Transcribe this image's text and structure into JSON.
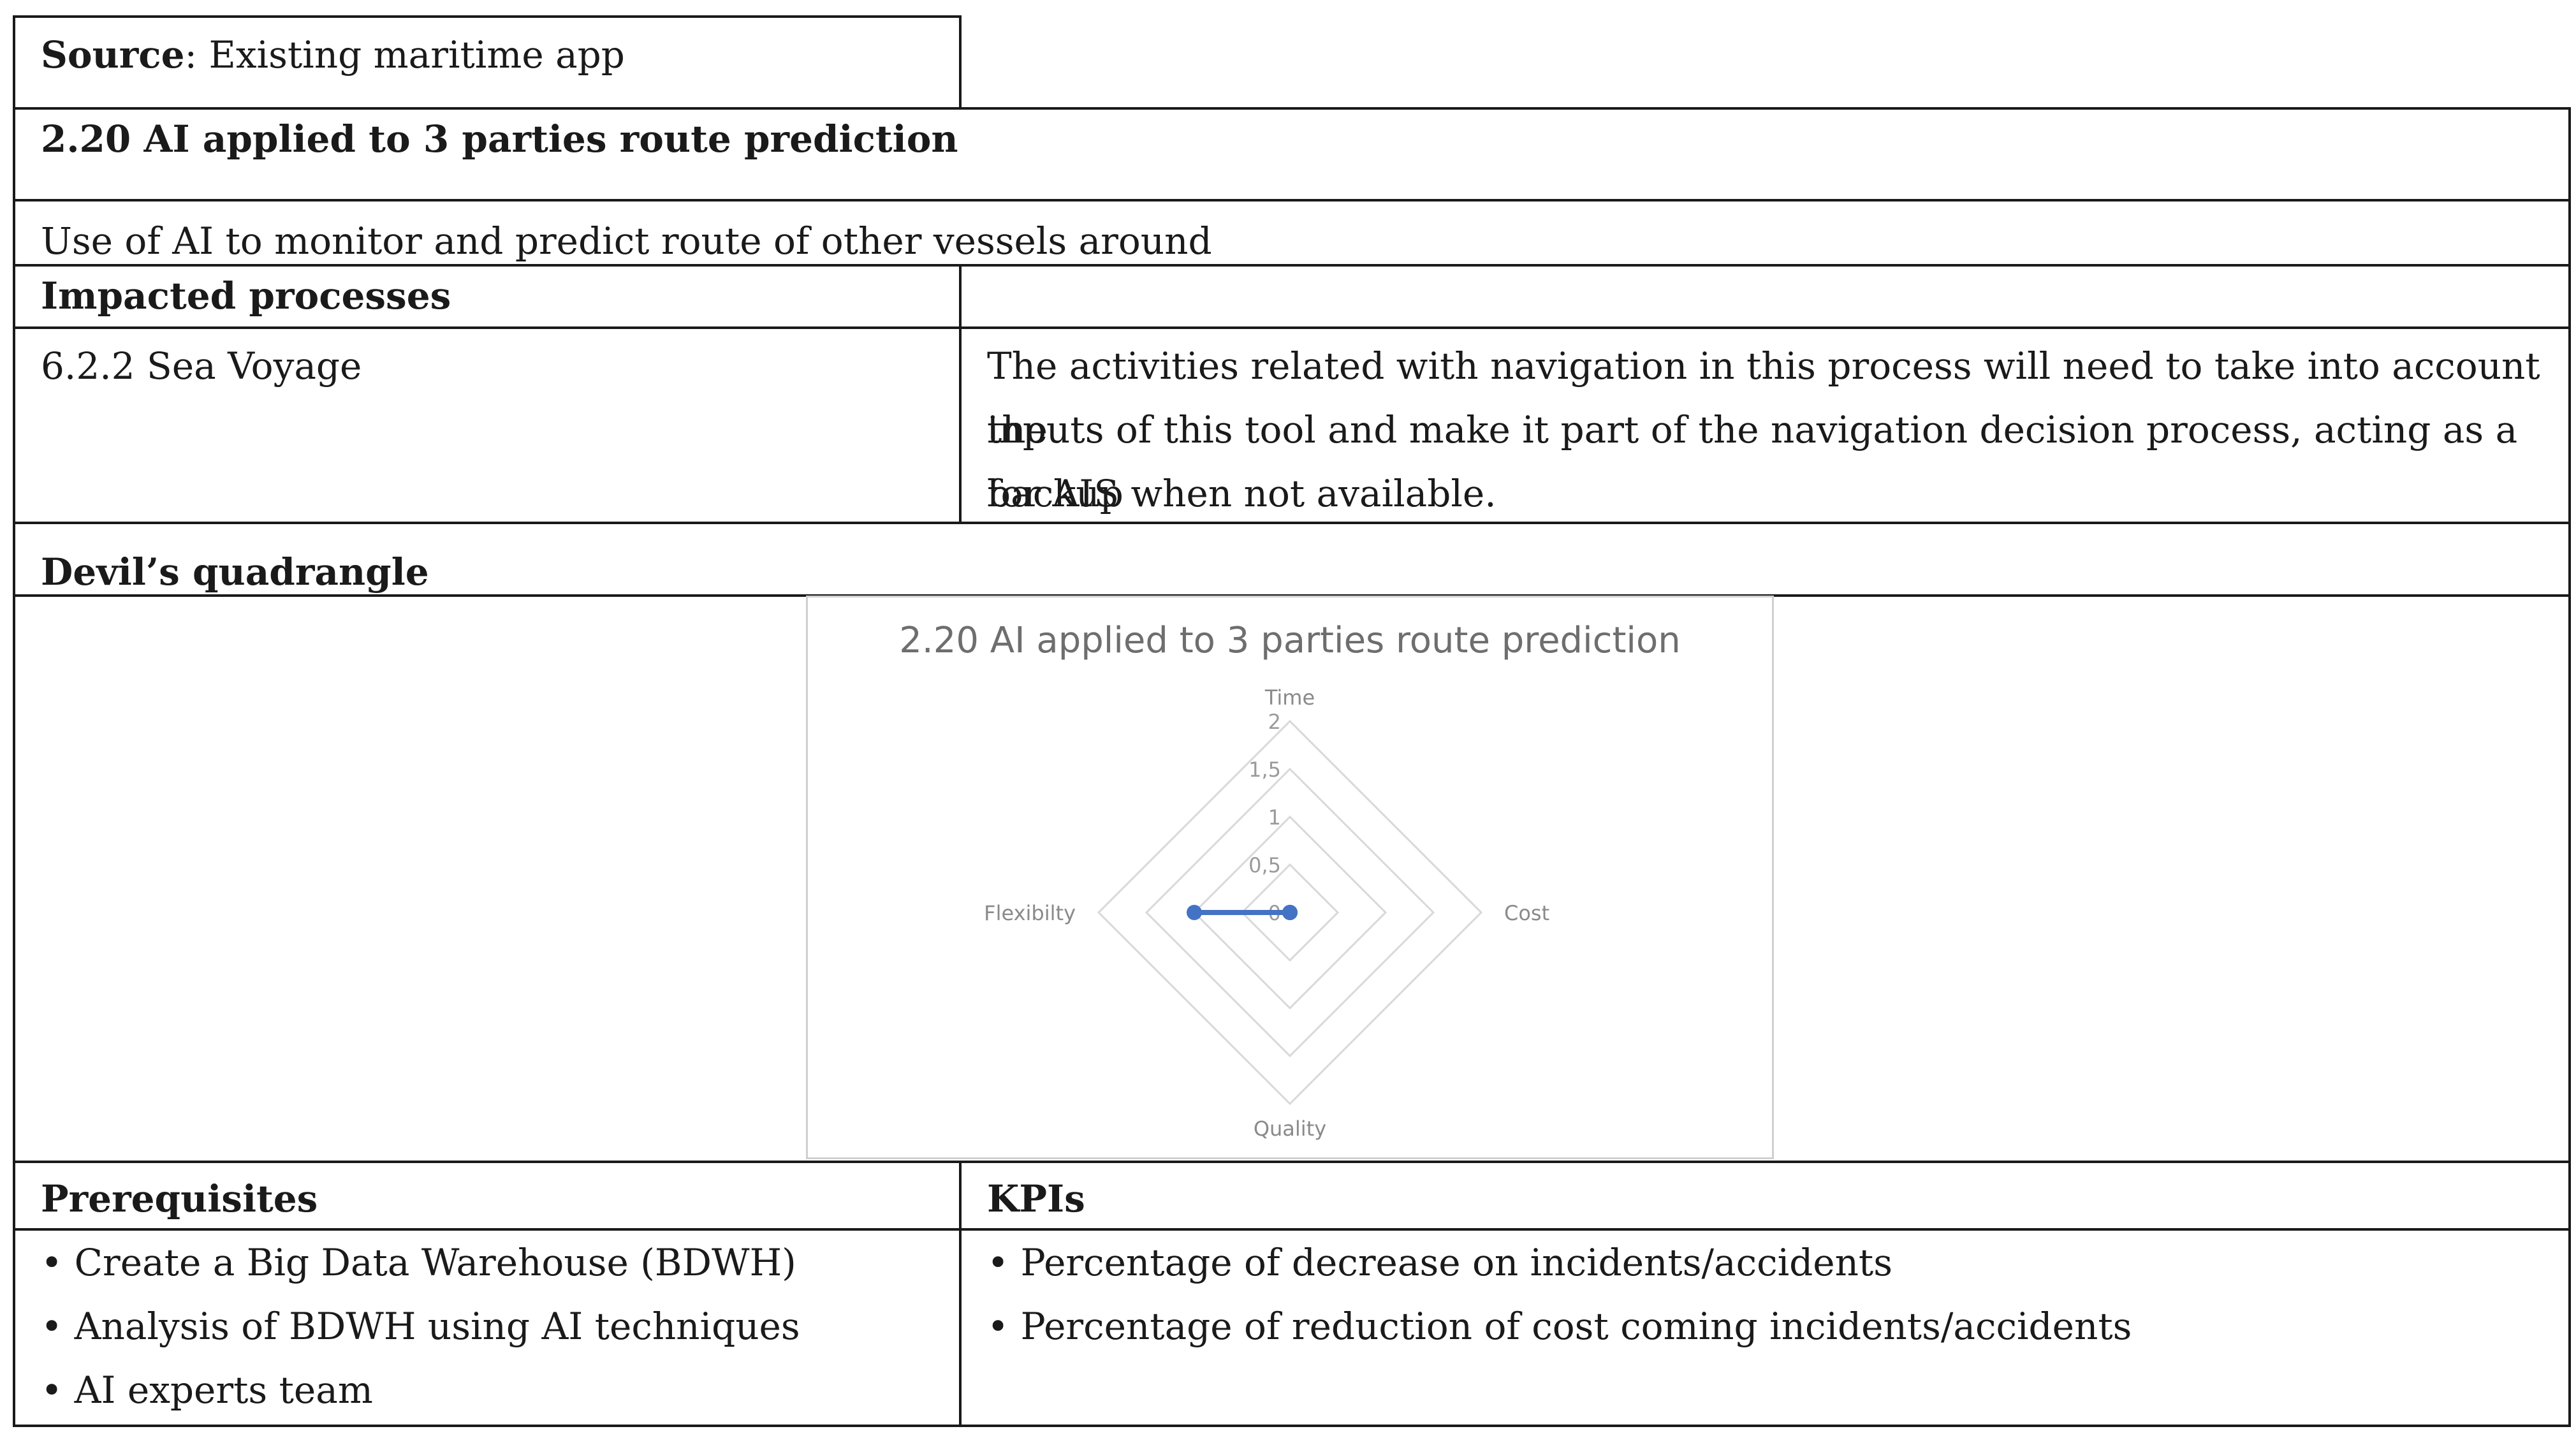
{
  "source": {
    "label": "Source",
    "value": ": Existing maritime app"
  },
  "section": {
    "title": "2.20 AI applied to 3 parties route prediction",
    "description": "Use of AI to monitor and predict route of other vessels around"
  },
  "impacted": {
    "header": "Impacted processes",
    "process_name": "6.2.2 Sea Voyage",
    "process_lines": [
      "The activities related with navigation in this process will need to take into account the",
      "inputs of this tool and make it part of the navigation decision process, acting as a backup",
      "for AIS when not available."
    ]
  },
  "quadrangle": {
    "header": "Devil’s quadrangle"
  },
  "chart_data": {
    "type": "radar",
    "title": "2.20 AI applied to 3 parties route prediction",
    "axes": [
      "Time",
      "Cost",
      "Quality",
      "Flexibilty"
    ],
    "ticks": [
      "0",
      "0,5",
      "1",
      "1,5",
      "2"
    ],
    "range": [
      0,
      2
    ],
    "values": [
      0,
      0,
      0,
      1
    ],
    "grid": true,
    "series_color": "#4472c4",
    "grid_color": "#d9d9d9"
  },
  "prerequisites": {
    "header": "Prerequisites",
    "items": [
      "• Create a Big Data Warehouse (BDWH)",
      "• Analysis of BDWH using AI techniques",
      "• AI experts team"
    ]
  },
  "kpis": {
    "header": "KPIs",
    "items": [
      "• Percentage of decrease on incidents/accidents",
      "• Percentage of reduction of cost coming incidents/accidents"
    ]
  }
}
